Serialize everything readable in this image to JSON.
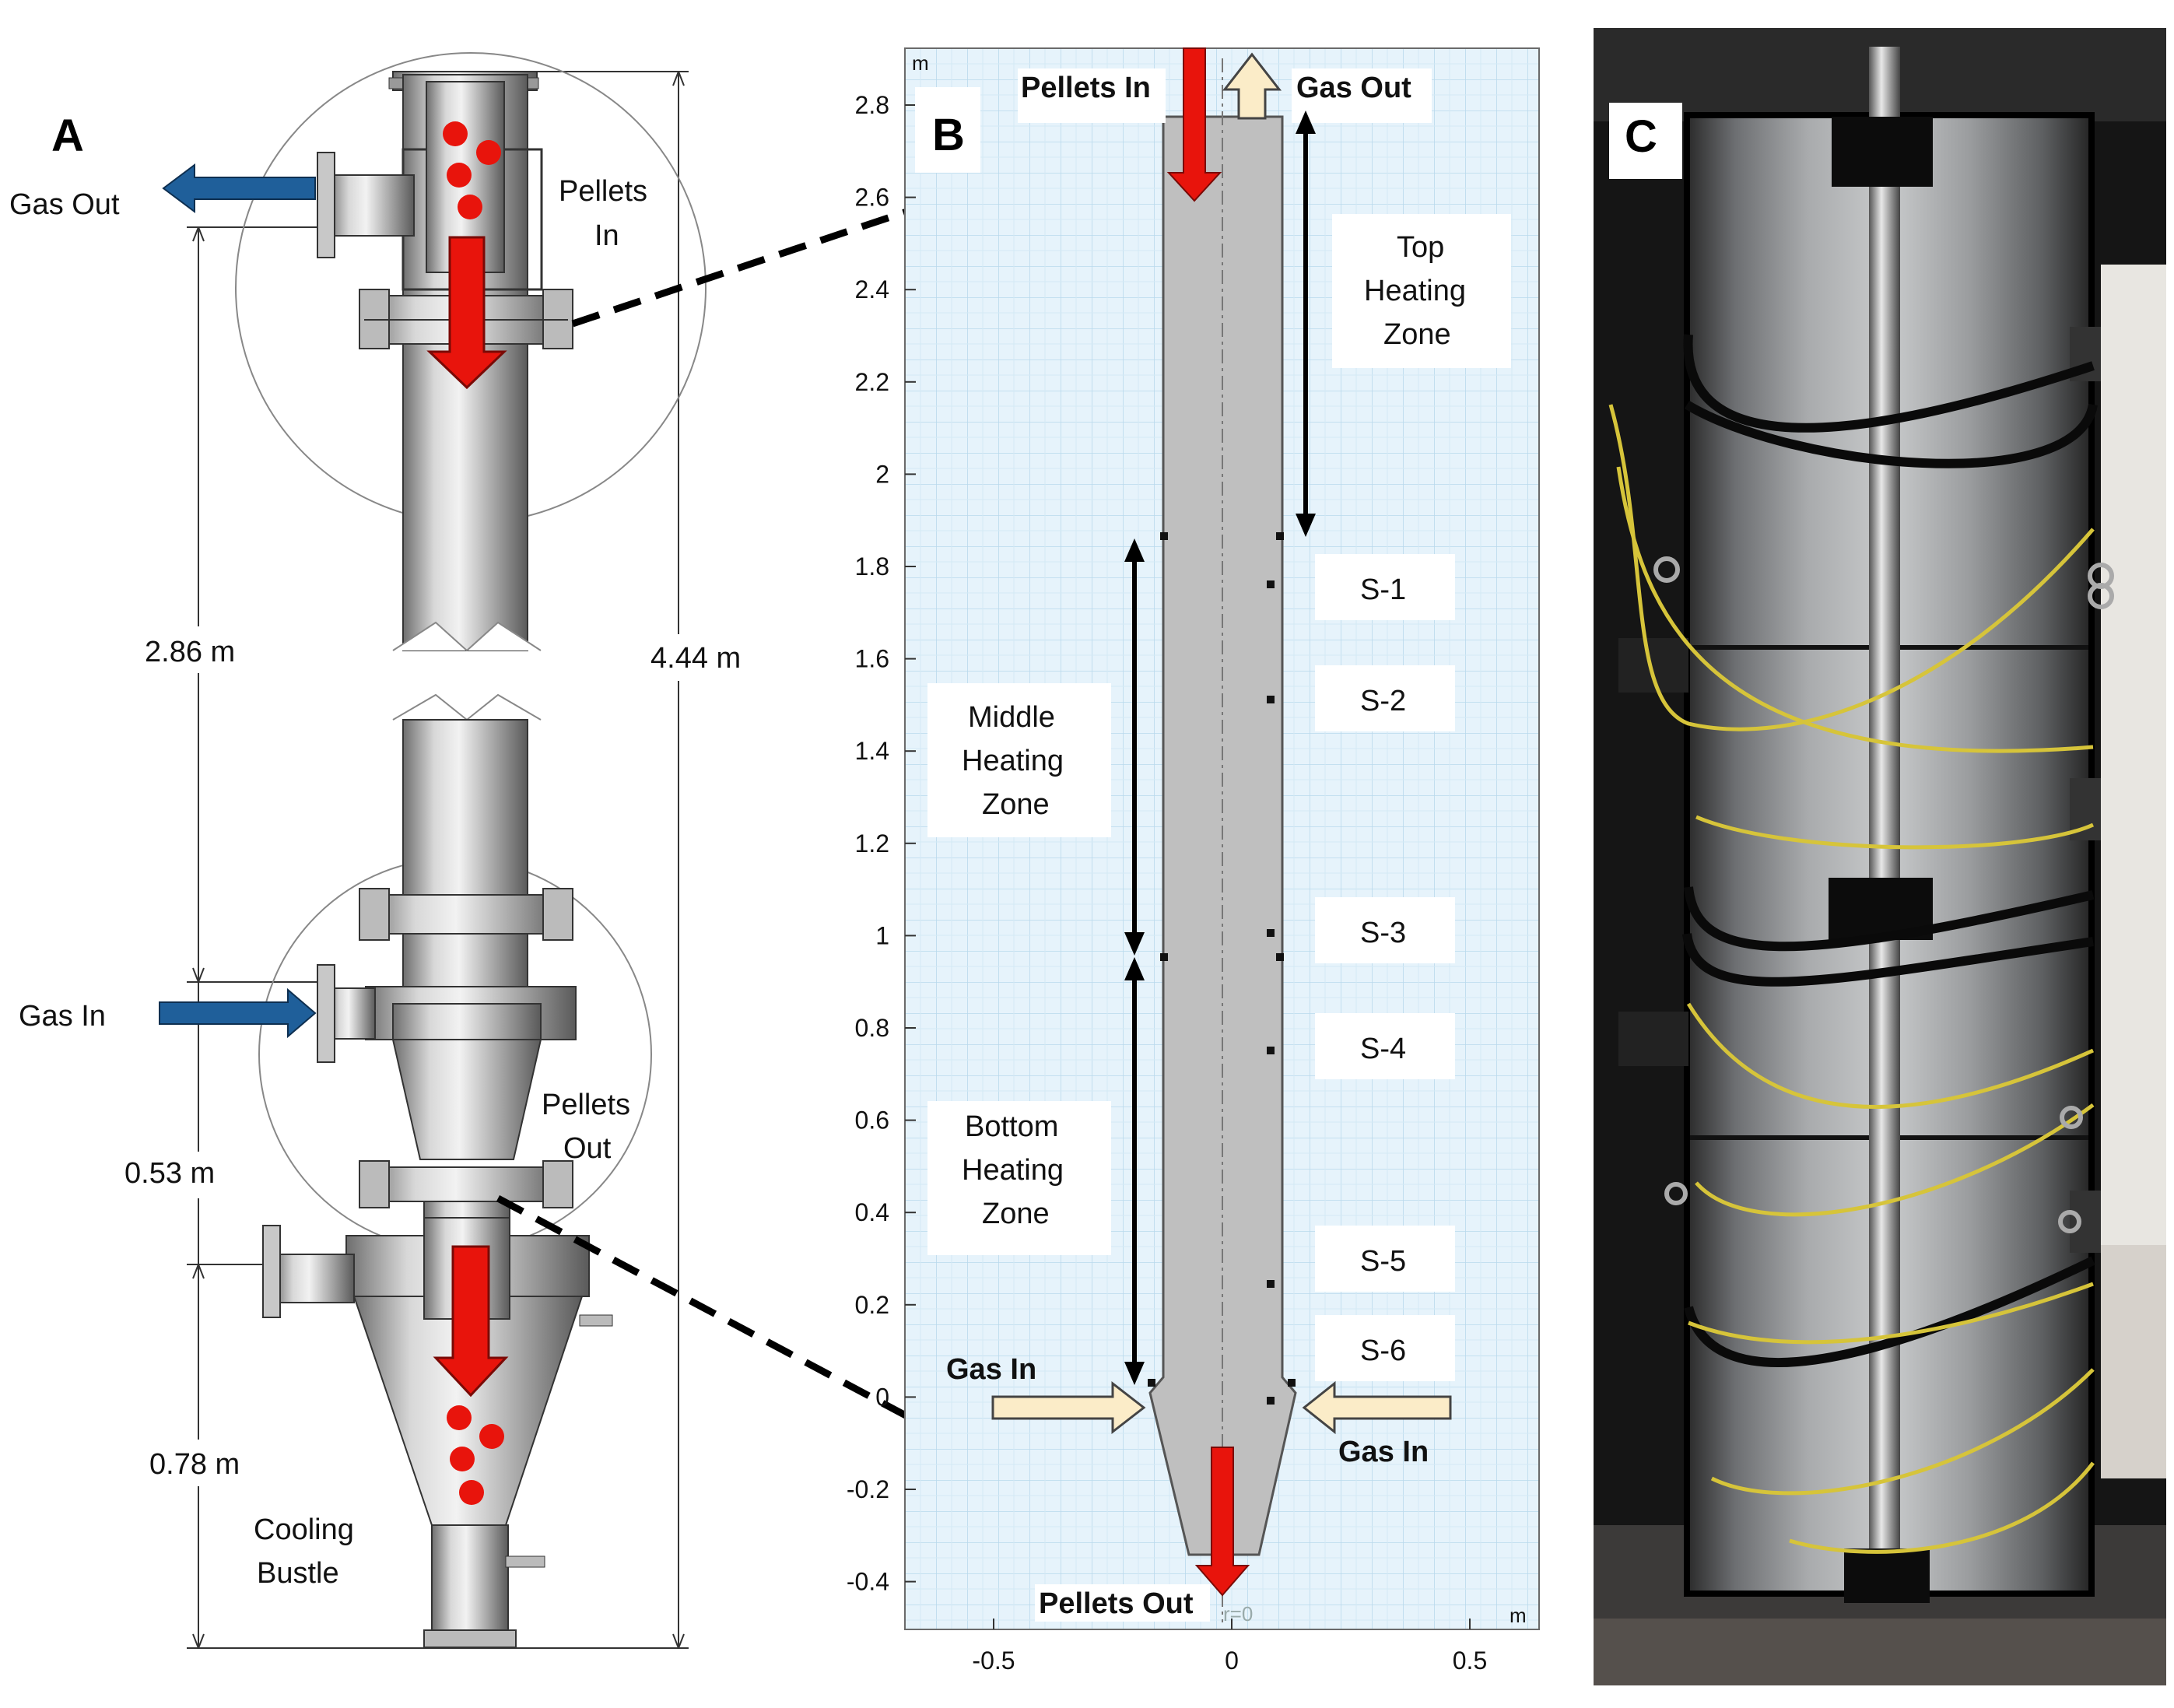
{
  "panels": {
    "a": "A",
    "b": "B",
    "c": "C"
  },
  "panel_a": {
    "gas_out": "Gas Out",
    "pellets_in": [
      "Pellets",
      "In"
    ],
    "gas_in": "Gas In",
    "pellets_out": [
      "Pellets",
      "Out"
    ],
    "cooling_bustle": [
      "Cooling",
      "Bustle"
    ],
    "dims": {
      "height_main": "2.86 m",
      "height_total": "4.44 m",
      "height_mid": "0.53 m",
      "height_bottom": "0.78 m"
    }
  },
  "panel_b": {
    "pellets_in": "Pellets In",
    "gas_out": "Gas Out",
    "pellets_out": "Pellets Out",
    "gas_in_left": "Gas In",
    "gas_in_right": "Gas In",
    "zones": {
      "top": [
        "Top",
        "Heating",
        "Zone"
      ],
      "middle": [
        "Middle",
        "Heating",
        "Zone"
      ],
      "bottom": [
        "Bottom",
        "Heating",
        "Zone"
      ]
    },
    "sensors": [
      "S-1",
      "S-2",
      "S-3",
      "S-4",
      "S-5",
      "S-6"
    ],
    "unit": "m",
    "axis_marker": "r=0",
    "y_ticks": [
      "2.8",
      "2.6",
      "2.4",
      "2.2",
      "2",
      "1.8",
      "1.6",
      "1.4",
      "1.2",
      "1",
      "0.8",
      "0.6",
      "0.4",
      "0.2",
      "0",
      "-0.2",
      "-0.4"
    ],
    "x_ticks": [
      "-0.5",
      "0",
      "0.5"
    ]
  },
  "colors": {
    "red_arrow": "#e8140c",
    "blue_arrow": "#1f5f9a",
    "cream_arrow": "#fbecc8",
    "grid_bg": "#e6f3fb",
    "reactor_gray": "#bfbfbf"
  }
}
